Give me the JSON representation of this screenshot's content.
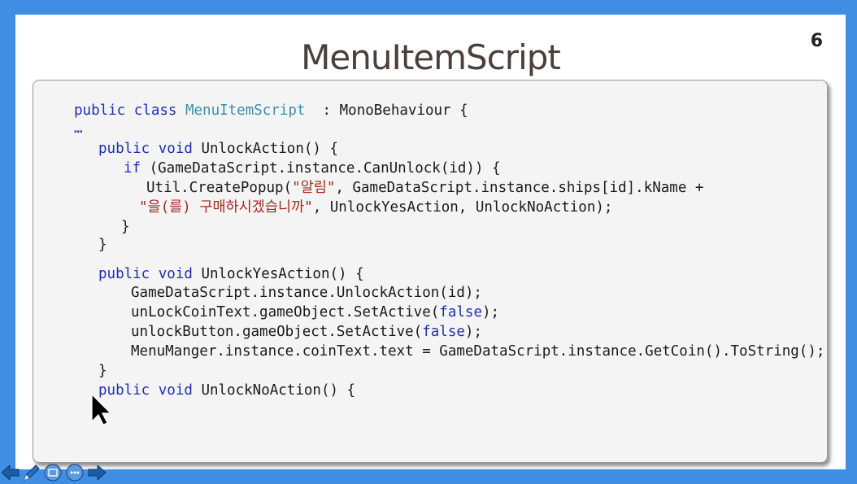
{
  "slide": {
    "title": "MenuItemScript",
    "page_number": "6"
  },
  "code_lines": [
    {
      "indent": 0,
      "tokens": [
        [
          "kw",
          "public class "
        ],
        [
          "type",
          "MenuItemScript"
        ],
        [
          "",
          "  : MonoBehaviour {"
        ]
      ]
    },
    {
      "indent": 0,
      "tokens": [
        [
          "kw",
          "…"
        ]
      ]
    },
    {
      "indent": 1,
      "tokens": [
        [
          "kw",
          "public void "
        ],
        [
          "",
          "UnlockAction() {"
        ]
      ]
    },
    {
      "indent": 2,
      "tokens": [
        [
          "kw",
          "if "
        ],
        [
          "",
          "(GameDataScript.instance.CanUnlock(id)) {"
        ]
      ]
    },
    {
      "indent": 3,
      "tokens": [
        [
          "",
          "Util.CreatePopup("
        ],
        [
          "str",
          "\"알림\""
        ],
        [
          "",
          ", GameDataScript.instance.ships[id].kName +"
        ]
      ]
    },
    {
      "indent": 4,
      "tokens": [
        [
          "str",
          "\"을(를) 구매하시겠습니까\""
        ],
        [
          "",
          ", UnlockYesAction, UnlockNoAction);"
        ]
      ]
    },
    {
      "indent": 5,
      "tokens": [
        [
          "",
          "}"
        ]
      ]
    },
    {
      "indent": 1,
      "tokens": [
        [
          "",
          "}"
        ]
      ]
    },
    {
      "indent": 1,
      "tokens": [
        [
          "kw",
          "public void "
        ],
        [
          "",
          "UnlockYesAction() {"
        ]
      ]
    },
    {
      "indent": 6,
      "tokens": [
        [
          "",
          "GameDataScript.instance.UnlockAction(id);"
        ]
      ]
    },
    {
      "indent": 6,
      "tokens": [
        [
          "",
          "unLockCoinText.gameObject.SetActive("
        ],
        [
          "kw",
          "false"
        ],
        [
          "",
          ");"
        ]
      ]
    },
    {
      "indent": 6,
      "tokens": [
        [
          "",
          "unlockButton.gameObject.SetActive("
        ],
        [
          "kw",
          "false"
        ],
        [
          "",
          ");"
        ]
      ]
    },
    {
      "indent": 6,
      "tokens": [
        [
          "",
          "MenuManger.instance.coinText.text = GameDataScript.instance.GetCoin().ToString();"
        ]
      ]
    },
    {
      "indent": 1,
      "tokens": [
        [
          "",
          "}"
        ]
      ]
    },
    {
      "indent": 1,
      "tokens": [
        [
          "kw",
          "public void "
        ],
        [
          "",
          "UnlockNoAction() {"
        ]
      ]
    }
  ],
  "nav": {
    "icons": [
      "back-arrow-icon",
      "pen-icon",
      "slide-view-icon",
      "more-icon",
      "forward-arrow-icon"
    ]
  }
}
